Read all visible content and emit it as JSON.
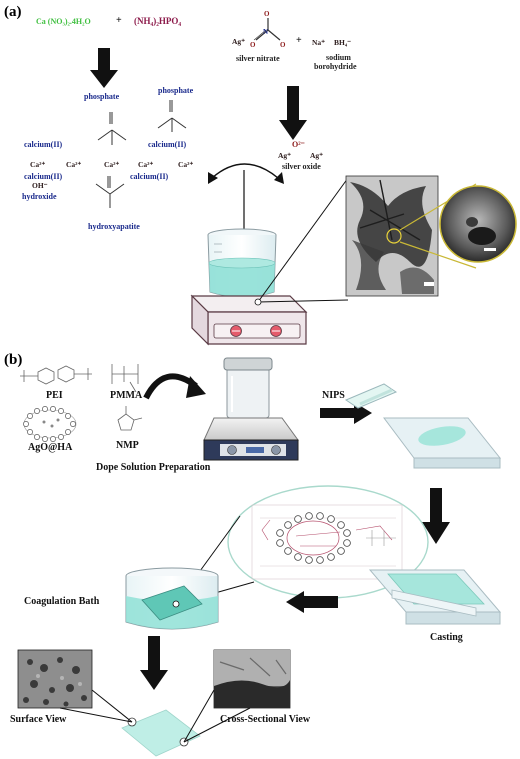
{
  "panel_a": {
    "label": "(a)",
    "reactant1": "Ca (NO₃)₂.4H₂O",
    "plus1": "+",
    "reactant2": "(NH₄)₂HPO₄",
    "phosphate_left": "phosphate",
    "phosphate_right": "phosphate",
    "calcium_a": "calcium(II)",
    "calcium_b": "calcium(II)",
    "calcium_c": "calcium(II)",
    "calcium_d": "calcium(II)",
    "ca_ion_1": "Ca²⁺",
    "ca_ion_2": "Ca²⁺",
    "ca_ion_3": "Ca²⁺",
    "ca_ion_4": "Ca²⁺",
    "ca_ion_5": "Ca²⁺",
    "hydroxide_ion": "OH⁻",
    "hydroxide": "hydroxide",
    "hydroxyapatite": "hydroxyapatite",
    "ag_ion": "Ag⁺",
    "silver_nitrate": "silver nitrate",
    "plus2": "+",
    "na_ion": "Na⁺",
    "bh4_ion": "BH₄⁻",
    "sodium_borohydride_1": "sodium",
    "sodium_borohydride_2": "borohydride",
    "oxide_ion": "O²⁻",
    "ag_ion_left": "Ag⁺",
    "ag_ion_right": "Ag⁺",
    "silver_oxide": "silver oxide"
  },
  "panel_b": {
    "label": "(b)",
    "pei": "PEI",
    "pmma": "PMMA",
    "ago_ha": "AgO@HA",
    "nmp": "NMP",
    "dope": "Dope Solution Preparation",
    "nips": "NIPS",
    "coagulation": "Coagulation Bath",
    "casting": "Casting",
    "surface_view": "Surface View",
    "cross_view": "Cross-Sectional View"
  },
  "colors": {
    "arrow": "#111111",
    "liquid": "#8fe0d6",
    "membrane": "#bfeee6",
    "blue_text": "#1a2a8c",
    "green_text": "#3fbf3f",
    "magenta_text": "#8c1a4a",
    "red_text": "#8c1a1a"
  }
}
